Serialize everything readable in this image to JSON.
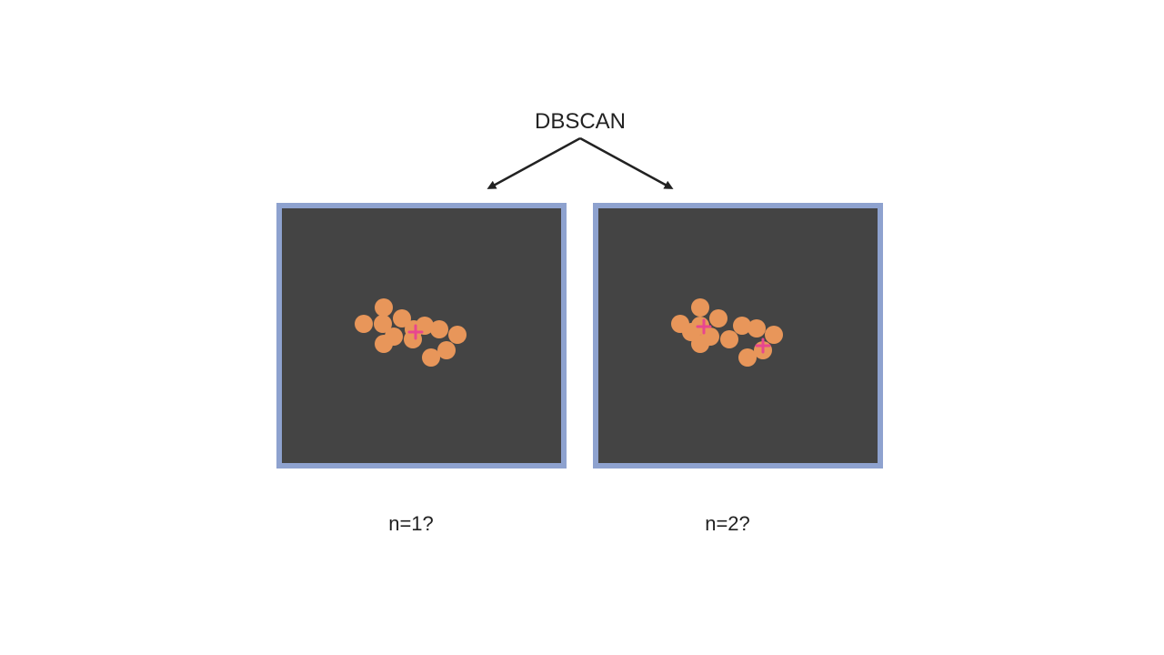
{
  "diagram": {
    "title": "DBSCAN",
    "colors": {
      "panel_fill": "#444444",
      "panel_border": "#8ea2cf",
      "point": "#e8965a",
      "centroid": "#e8468f",
      "arrow": "#222222",
      "text": "#222222"
    },
    "icons": {
      "arrow": "arrow-icon",
      "centroid": "plus-marker"
    },
    "panels": [
      {
        "caption": "n=1?",
        "points_shown": 13,
        "centroids_shown": 1
      },
      {
        "caption": "n=2?",
        "points_shown": 13,
        "centroids_shown": 2
      }
    ]
  }
}
